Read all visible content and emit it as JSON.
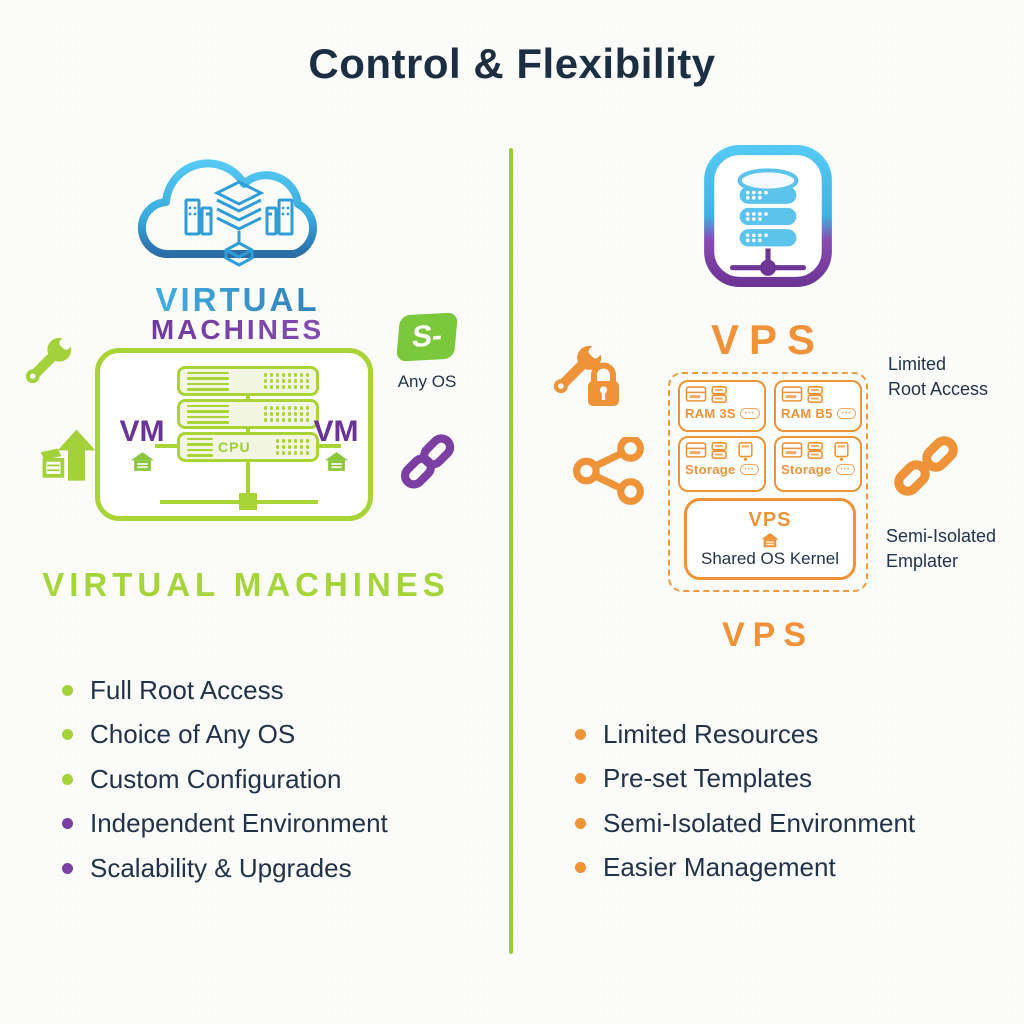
{
  "title": "Control & Flexibility",
  "colors": {
    "green": "#a3d43a",
    "purple": "#7b3fa3",
    "orange": "#ef9338",
    "navy": "#22354b",
    "blue": "#39aade"
  },
  "left": {
    "logo": {
      "line1": "VIRTUAL",
      "line2": "MACHINES"
    },
    "diagram": {
      "vm_left": "VM",
      "vm_right": "VM",
      "cpu_label": "CPU"
    },
    "side_labels": {
      "any_os": "Any OS"
    },
    "icons": [
      "cloud-servers-icon",
      "wrench-icon",
      "scalability-icon",
      "os-icon",
      "chain-link-icon",
      "house-icon"
    ],
    "heading": "VIRTUAL MACHINES",
    "bullets": [
      {
        "text": "Full Root Access",
        "color": "green"
      },
      {
        "text": "Choice of Any OS",
        "color": "green"
      },
      {
        "text": "Custom Configuration",
        "color": "green"
      },
      {
        "text": "Independent Environment",
        "color": "purple"
      },
      {
        "text": "Scalability & Upgrades",
        "color": "purple"
      }
    ]
  },
  "right": {
    "app_label": "VPS",
    "icons": [
      "database-app-icon",
      "wrench-lock-icon",
      "share-icon",
      "broken-chain-icon",
      "house-icon"
    ],
    "side_labels": {
      "limited_root_line1": "Limited",
      "limited_root_line2": "Root Access",
      "semi_line1": "Semi-Isolated",
      "semi_line2": "Emplater"
    },
    "diagram": {
      "boxes": [
        {
          "label": "RAM 3S",
          "badge": "•••"
        },
        {
          "label": "RAM B5",
          "badge": "•••"
        },
        {
          "label": "Storage",
          "badge": "•••"
        },
        {
          "label": "Storage",
          "badge": "•••"
        }
      ],
      "kernel_box": {
        "title": "VPS",
        "subtitle": "Shared OS Kernel"
      }
    },
    "heading": "VPS",
    "bullets": [
      {
        "text": "Limited Resources",
        "color": "orange"
      },
      {
        "text": "Pre-set Templates",
        "color": "orange"
      },
      {
        "text": "Semi-Isolated Environment",
        "color": "orange"
      },
      {
        "text": "Easier Management",
        "color": "orange"
      }
    ]
  }
}
